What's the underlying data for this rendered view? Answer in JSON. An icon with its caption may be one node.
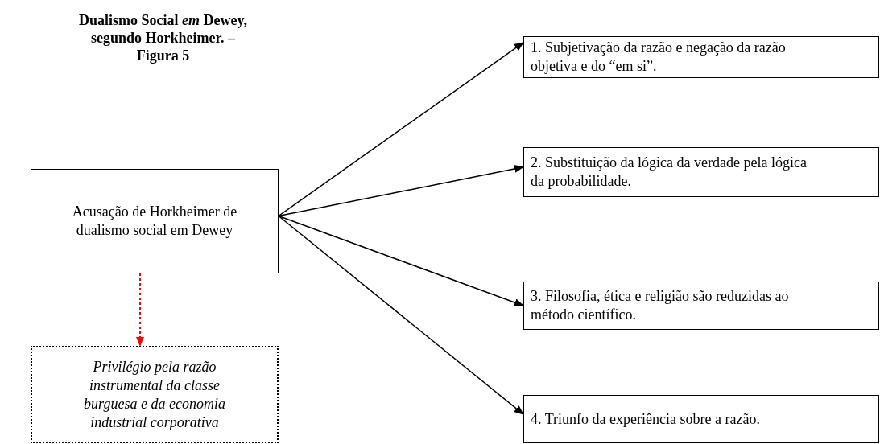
{
  "diagram": {
    "title": "Dualismo Social *em* Dewey, segundo Horkheimer. – Figura 5",
    "nodes": [
      {
        "text": [
          "Acusação de Horkheimer de dualismo social em Dewey"
        ]
      },
      {
        "text": [
          "1. Subjetivação da razão e negação da razão objetiva e do “em si”."
        ]
      },
      {
        "text": [
          "2. Substituição da lógica da verdade pela lógica da probabilidade."
        ]
      },
      {
        "text": [
          "3. Filosofia, ética e religião são reduzidas ao método científico."
        ]
      },
      {
        "text": [
          "4. Triunfo da experiência sobre a razão."
        ]
      },
      {
        "text": [
          "Privilégio pela razão instrumental da classe burguesa e da economia industrial corporativa"
        ]
      }
    ],
    "edges": [
      {
        "from": 0,
        "to": 1,
        "arrow": "to"
      },
      {
        "from": 0,
        "to": 2,
        "arrow": "to"
      },
      {
        "from": 0,
        "to": 3,
        "arrow": "to"
      },
      {
        "from": 0,
        "to": 4,
        "arrow": "to"
      },
      {
        "from": 0,
        "to": 5,
        "arrow": "to",
        "style": "dashed",
        "color": "#ff0000"
      }
    ]
  }
}
